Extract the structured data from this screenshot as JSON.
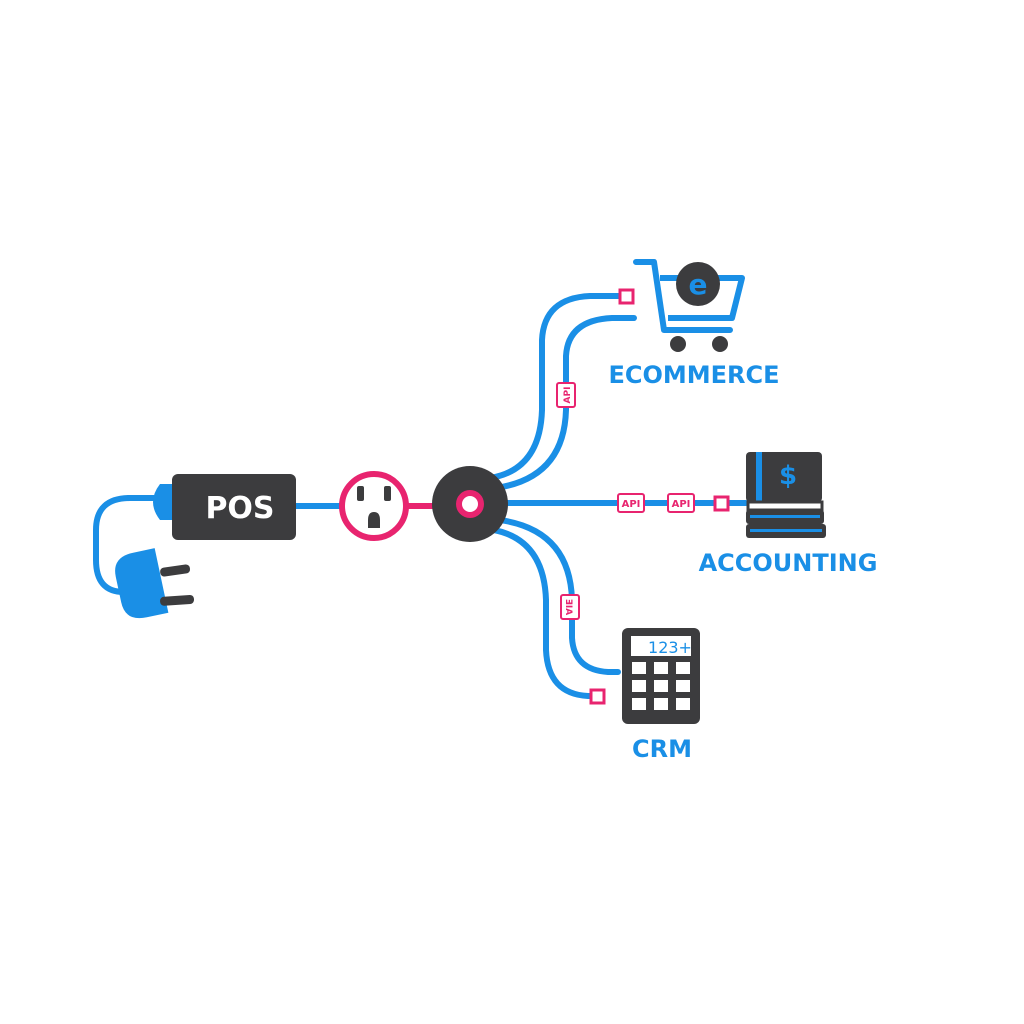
{
  "source": {
    "label": "POS"
  },
  "destinations": [
    {
      "label": "ECOMMERCE",
      "icon": "shopping-cart-icon",
      "badge": "e"
    },
    {
      "label": "ACCOUNTING",
      "icon": "ledger-books-icon",
      "badge": "$"
    },
    {
      "label": "CRM",
      "icon": "calculator-icon",
      "display": "123+"
    }
  ],
  "connectors": {
    "api_label": "API",
    "api_label_mirrored": "ƎIA"
  },
  "colors": {
    "line": "#1a8fe6",
    "accent": "#e8246f",
    "dark": "#3c3c3e",
    "background": "#ffffff"
  }
}
